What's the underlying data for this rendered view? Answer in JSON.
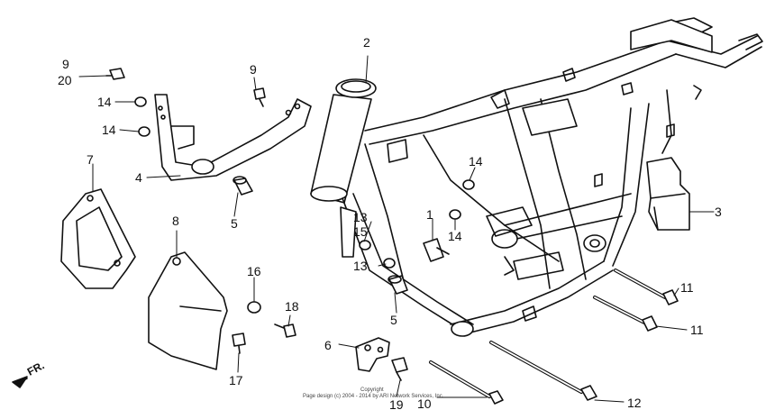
{
  "labels": {
    "l1": "1",
    "l2": "2",
    "l3": "3",
    "l4": "4",
    "l5a": "5",
    "l5b": "5",
    "l6": "6",
    "l7": "7",
    "l8": "8",
    "l9a": "9",
    "l9b": "9",
    "l20": "20",
    "l10": "10",
    "l11a": "11",
    "l11b": "11",
    "l12": "12",
    "l13a": "13",
    "l13b": "13",
    "l14a": "14",
    "l14b": "14",
    "l14c": "14",
    "l14d": "14",
    "l15": "15",
    "l16": "16",
    "l17": "17",
    "l18": "18",
    "l19": "19"
  },
  "direction": "FR.",
  "copyright": {
    "line1": "Copyright",
    "line2": "Page design (c) 2004 - 2014 by ARI Network Services, Inc."
  }
}
